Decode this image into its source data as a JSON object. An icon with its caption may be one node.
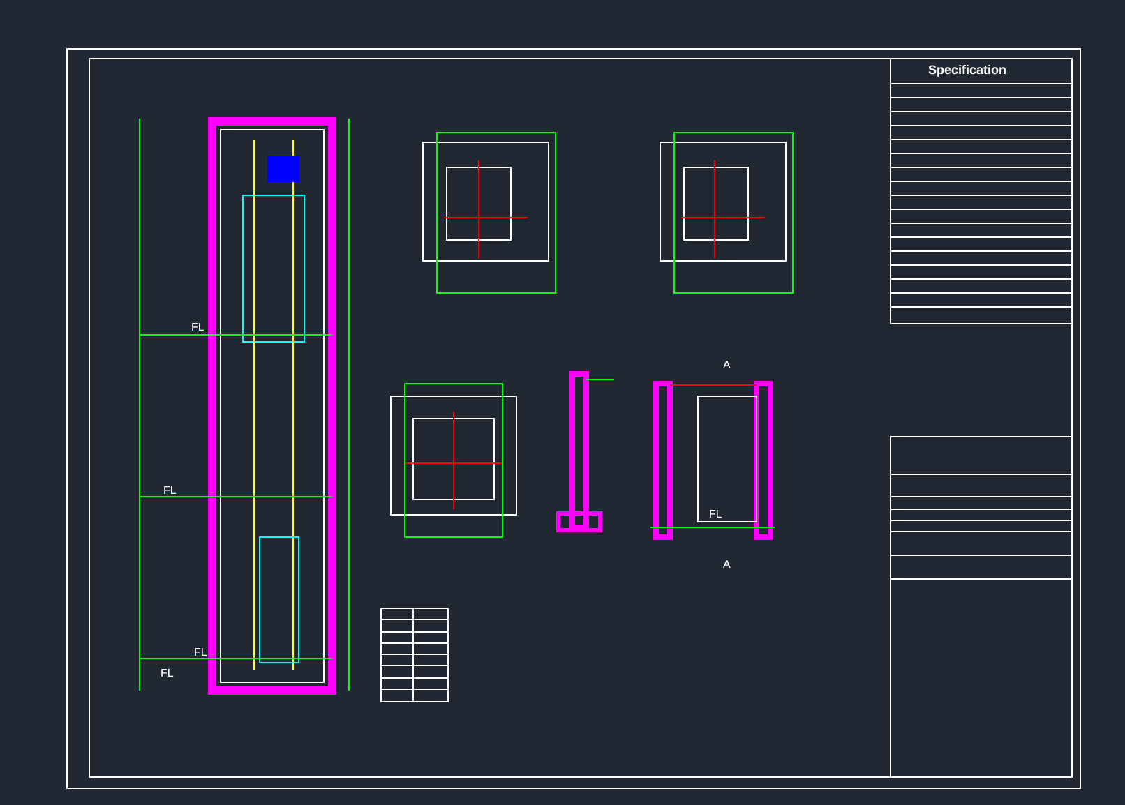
{
  "diagram": {
    "labels": [
      "Specification",
      "FL",
      "FL",
      "FL",
      "FL",
      "A",
      "FL",
      "A"
    ]
  }
}
